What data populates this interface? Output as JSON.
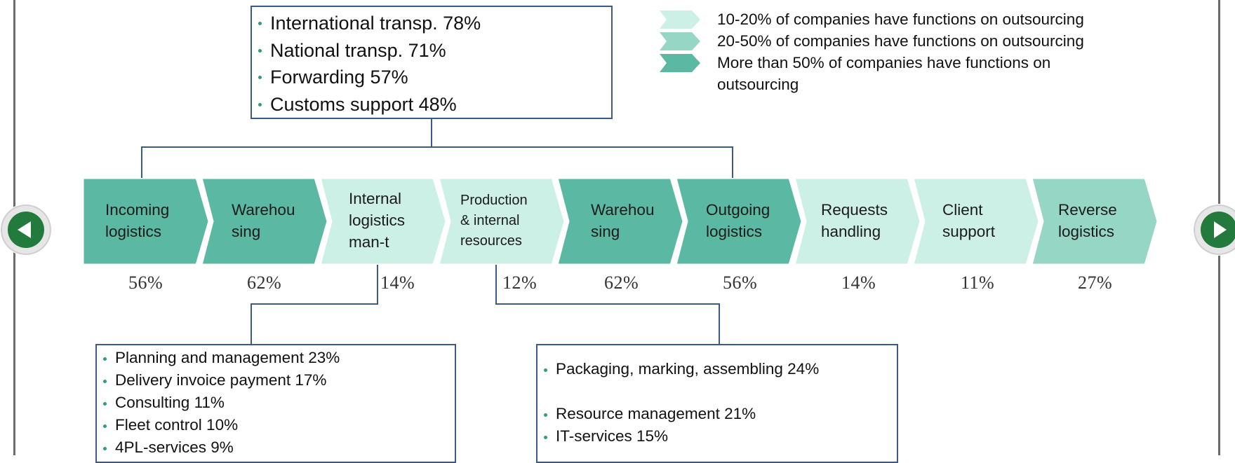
{
  "colors": {
    "accent_dark": "#5bb8a2",
    "accent_mid": "#96d6c5",
    "accent_light": "#ccefe6",
    "box_border": "#3c5a86",
    "bullet": "#2e9c7e",
    "nav_green": "#227a3d"
  },
  "top_box": {
    "items": [
      "International transp. 78%",
      "National transp. 71%",
      "Forwarding 57%",
      "Customs support 48%"
    ]
  },
  "legend": {
    "items": [
      {
        "level": "light",
        "text": "10-20% of companies have functions on outsourcing"
      },
      {
        "level": "mid",
        "text": "20-50% of companies have functions on outsourcing"
      },
      {
        "level": "dark",
        "text_line1": "More than 50% of companies have functions on",
        "text_line2": "outsourcing"
      }
    ]
  },
  "chain": {
    "steps": [
      {
        "line1": "Incoming",
        "line2": "logistics",
        "line3": "",
        "percent": "56%",
        "level": "dark"
      },
      {
        "line1": "Warehou",
        "line2": "sing",
        "line3": "",
        "percent": "62%",
        "level": "dark"
      },
      {
        "line1": "Internal",
        "line2": "logistics",
        "line3": "man-t",
        "percent": "14%",
        "level": "light"
      },
      {
        "line1": "Production",
        "line2": "& internal",
        "line3": "resources",
        "percent": "12%",
        "level": "light"
      },
      {
        "line1": "Warehou",
        "line2": "sing",
        "line3": "",
        "percent": "62%",
        "level": "dark"
      },
      {
        "line1": "Outgoing",
        "line2": "logistics",
        "line3": "",
        "percent": "56%",
        "level": "dark"
      },
      {
        "line1": "Requests",
        "line2": "handling",
        "line3": "",
        "percent": "14%",
        "level": "light"
      },
      {
        "line1": "Client",
        "line2": "support",
        "line3": "",
        "percent": "11%",
        "level": "light"
      },
      {
        "line1": "Reverse",
        "line2": "logistics",
        "line3": "",
        "percent": "27%",
        "level": "mid"
      }
    ]
  },
  "left_box": {
    "items": [
      "Planning and management 23%",
      "Delivery invoice payment 17%",
      "Consulting 11%",
      "Fleet control 10%",
      "4PL-services 9%"
    ]
  },
  "right_box": {
    "items": [
      "Packaging, marking, assembling  24%",
      "Resource management 21%",
      "IT-services 15%"
    ]
  },
  "nav": {
    "prev_icon": "triangle-left-icon",
    "next_icon": "triangle-right-icon"
  }
}
